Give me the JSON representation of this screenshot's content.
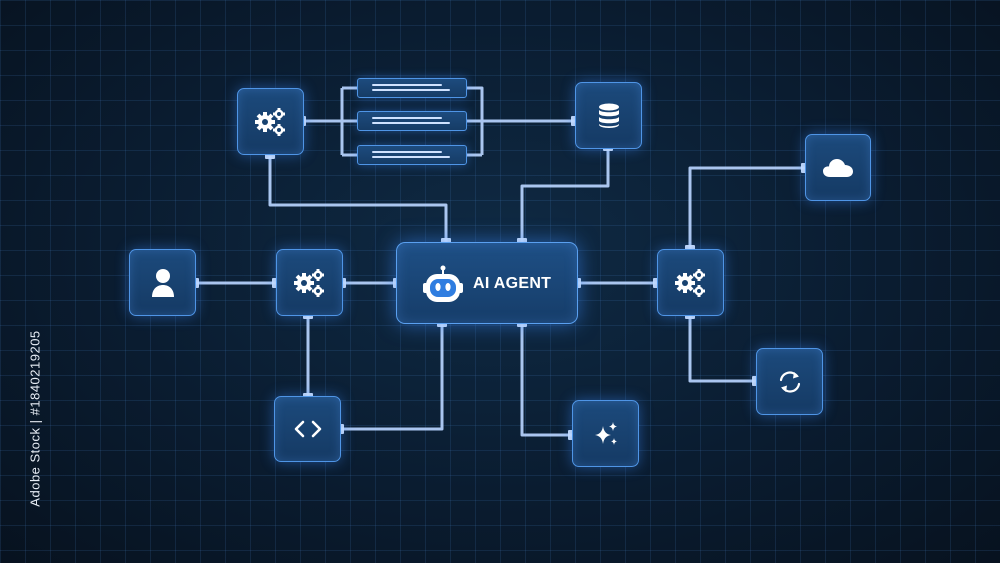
{
  "agent": {
    "label": "AI AGENT"
  },
  "nodes": [
    {
      "id": "gear-top",
      "icon": "gears-icon"
    },
    {
      "id": "database",
      "icon": "database-icon"
    },
    {
      "id": "cloud",
      "icon": "cloud-icon"
    },
    {
      "id": "user",
      "icon": "user-icon"
    },
    {
      "id": "gear-left",
      "icon": "gears-icon"
    },
    {
      "id": "gear-right",
      "icon": "gears-icon"
    },
    {
      "id": "sync",
      "icon": "sync-icon"
    },
    {
      "id": "code",
      "icon": "code-icon"
    },
    {
      "id": "sparkle",
      "icon": "sparkle-icon"
    },
    {
      "id": "documents",
      "icon": "document-icon",
      "count": 3
    }
  ],
  "stock_id": "Adobe Stock | #1840219205",
  "colors": {
    "background": "#0a1c30",
    "node_fill": "#174270",
    "node_border": "#4f95e6",
    "wire": "#b8d4ff",
    "icon": "#ffffff"
  }
}
